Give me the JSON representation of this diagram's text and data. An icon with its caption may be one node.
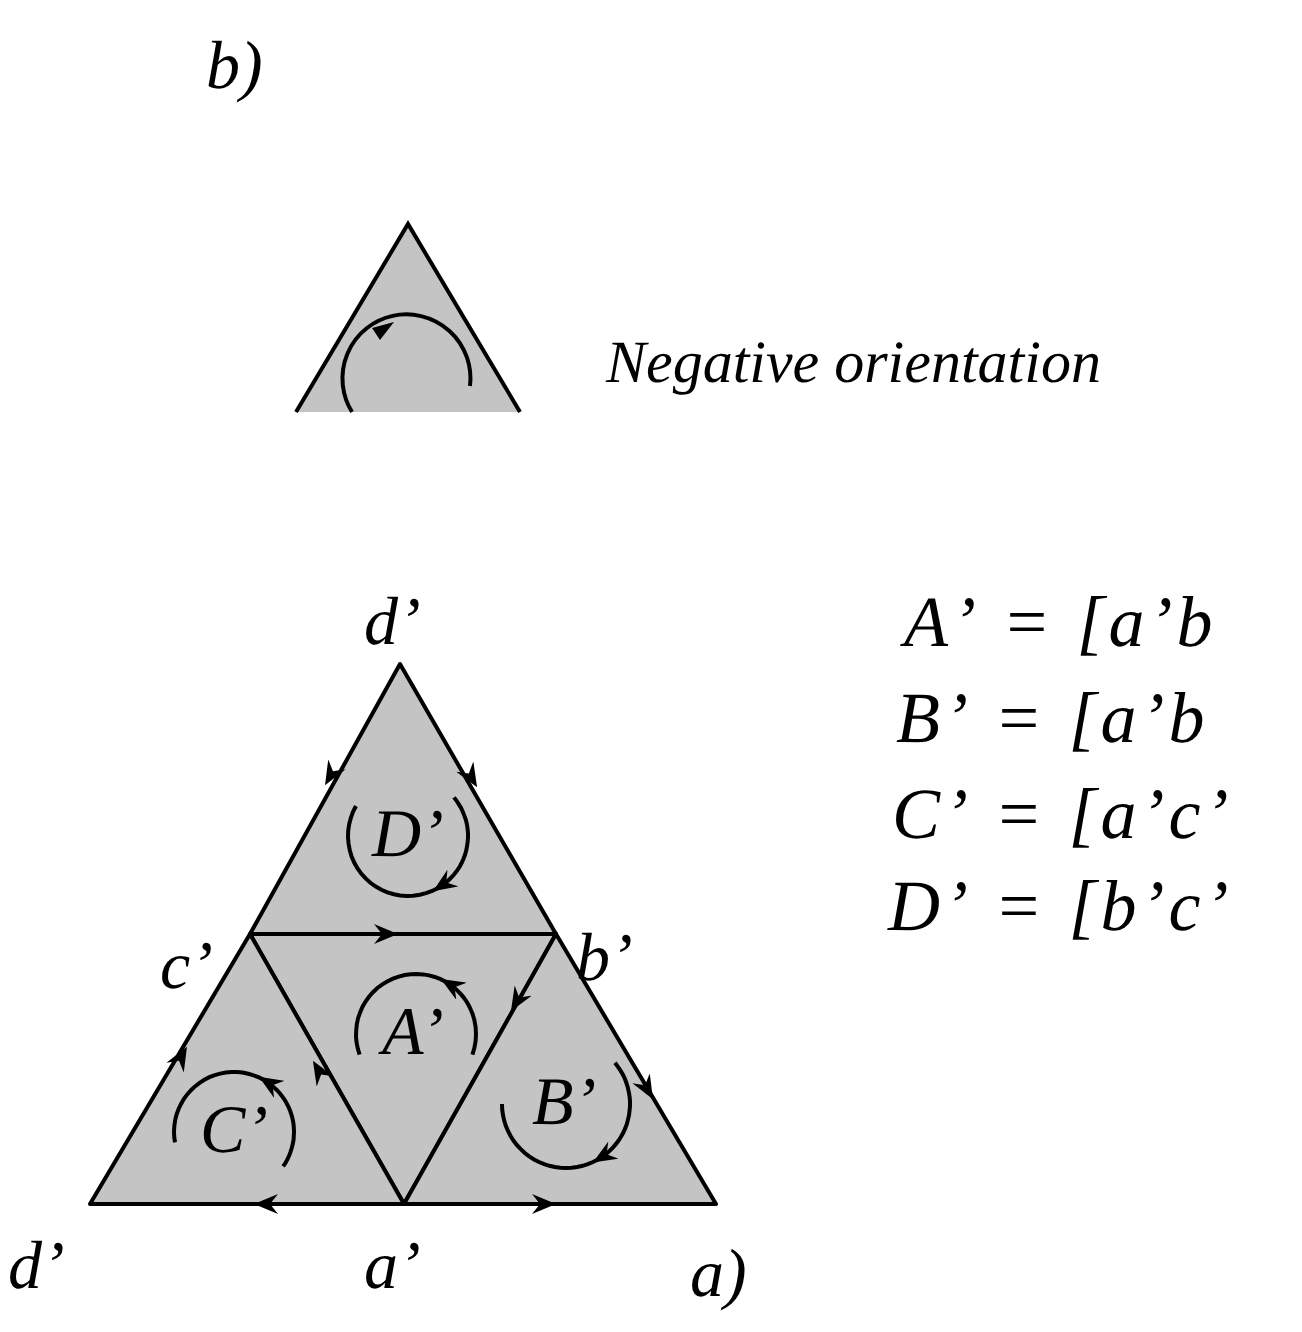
{
  "diagram": {
    "nodes": [
      {
        "text": [
          "D’"
        ]
      },
      {
        "text": [
          "A’"
        ]
      },
      {
        "text": [
          "B’"
        ]
      },
      {
        "text": [
          "C’"
        ]
      }
    ],
    "labels": [
      "b)",
      "Negative orientation",
      "d’",
      "c’",
      "b’",
      "d’",
      "a’",
      "a)",
      "A’ = [a’b",
      "B’ = [a’b",
      "C’ = [a’c’",
      "D’ = [b’c’"
    ]
  }
}
